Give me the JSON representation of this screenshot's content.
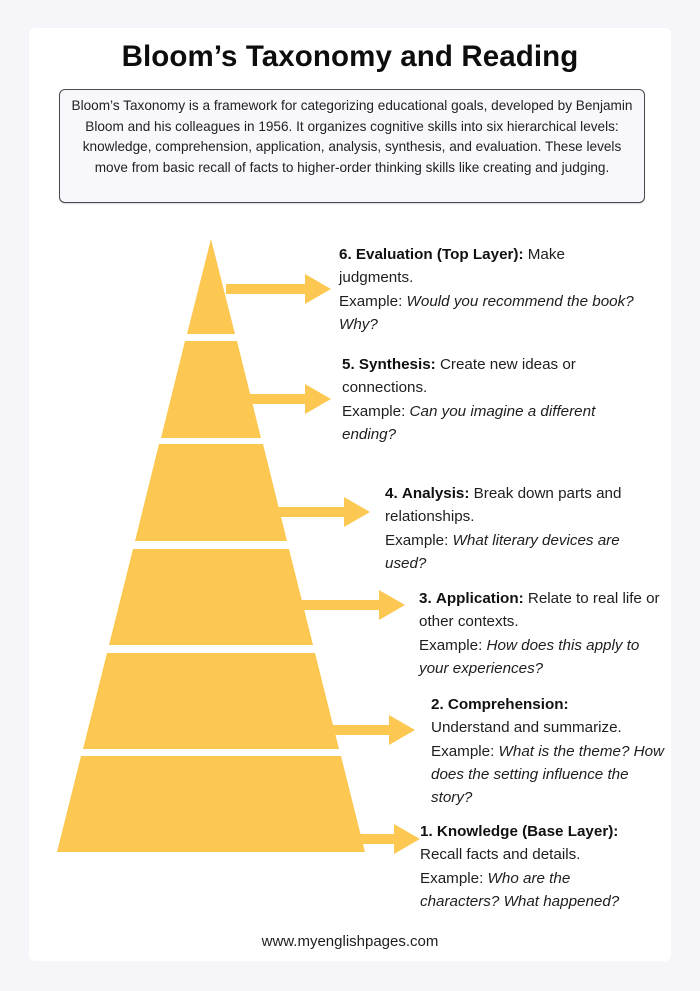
{
  "title": "Bloom’s Taxonomy and Reading",
  "intro": "Bloom’s Taxonomy is a framework for categorizing educational goals, developed by Benjamin Bloom and his colleagues in 1956. It organizes cognitive skills into six hierarchical levels: knowledge, comprehension, application, analysis, synthesis, and evaluation. These levels move from basic recall of facts to higher-order thinking skills like creating and judging.",
  "colors": {
    "pyramid": "#fcc852",
    "background": "#f6f5fa",
    "card": "#ffffff",
    "box_border": "#4a4a4f"
  },
  "levels": [
    {
      "number": "6.",
      "name": "Evaluation (Top Layer):",
      "description": "Make judgments.",
      "example_label": "Example:",
      "example": "Would you recommend the book? Why?"
    },
    {
      "number": "5.",
      "name": "Synthesis:",
      "description": "Create new ideas or connections.",
      "example_label": "Example:",
      "example": "Can you imagine a different ending?"
    },
    {
      "number": "4.",
      "name": "Analysis:",
      "description": "Break down parts and relationships.",
      "example_label": "Example:",
      "example": "What literary devices are used?"
    },
    {
      "number": "3.",
      "name": "Application:",
      "description": "Relate to real life or other contexts.",
      "example_label": "Example:",
      "example": "How does this apply to your experiences?"
    },
    {
      "number": "2.",
      "name": "Comprehension:",
      "description": "Understand and summarize.",
      "example_label": "Example:",
      "example": "What is the theme? How does the setting influence the story?"
    },
    {
      "number": "1.",
      "name": "Knowledge (Base Layer):",
      "description": "Recall facts and details.",
      "example_label": "Example:",
      "example": "Who are the characters? What happened?"
    }
  ],
  "footer": "www.myenglishpages.com"
}
